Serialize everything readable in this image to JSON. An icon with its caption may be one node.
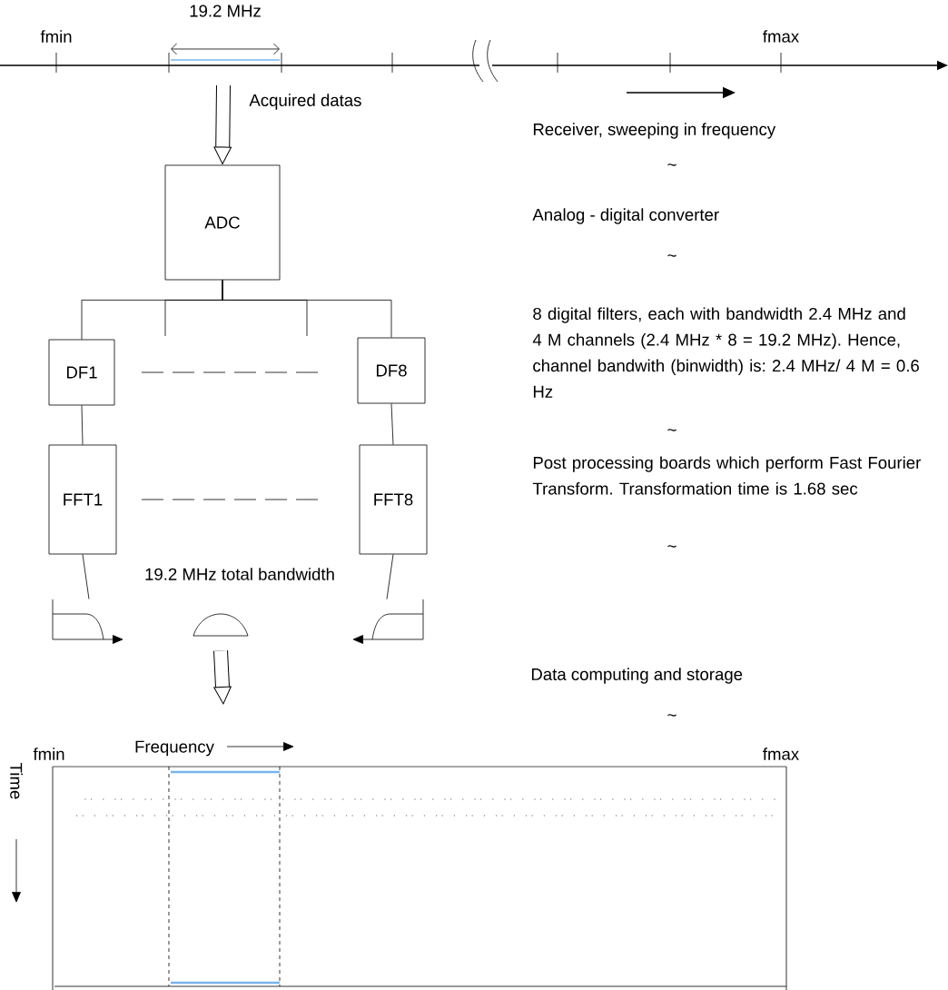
{
  "diagram": {
    "nodes": [
      {
        "text": [
          "ADC"
        ]
      },
      {
        "text": [
          "DF1"
        ]
      },
      {
        "text": [
          "DF8"
        ]
      },
      {
        "text": [
          "FFT1"
        ]
      },
      {
        "text": [
          "FFT8"
        ]
      },
      {
        "text": [],
        "shape": "picture"
      },
      {
        "text": [],
        "shape": "picture"
      },
      {
        "text": [],
        "shape": "picture"
      }
    ],
    "edges": [
      {
        "from": null,
        "to": 0,
        "arrow": "to",
        "label": "Acquired datas",
        "style": "thick"
      },
      {
        "from": 0,
        "to": 1,
        "arrow": "none"
      },
      {
        "from": 0,
        "to": null,
        "arrow": "none"
      },
      {
        "from": 0,
        "to": null,
        "arrow": "none"
      },
      {
        "from": 0,
        "to": 2,
        "arrow": "none"
      },
      {
        "from": 1,
        "to": 3,
        "arrow": "none"
      },
      {
        "from": 2,
        "to": 4,
        "arrow": "none"
      },
      {
        "from": 3,
        "to": 5,
        "arrow": "none"
      },
      {
        "from": 4,
        "to": 7,
        "arrow": "none"
      },
      {
        "from": 6,
        "to": null,
        "arrow": "to",
        "style": "thick"
      }
    ],
    "labels": [
      "19.2 MHz",
      "fmin",
      "fmax",
      "Receiver, sweeping in frequency",
      "~",
      "Analog - digital converter",
      "~",
      "8 digital filters, each with bandwidth 2.4 MHz and 4 M channels (2.4 MHz * 8 = 19.2 MHz). Hence, channel bandwith (binwidth) is: 2.4 MHz/ 4 M = 0.6 Hz",
      "~",
      "Post processing boards which perform Fast Fourier Transform. Transformation time is 1.68 sec",
      "~",
      "19.2 MHz total bandwidth",
      "Data computing and storage",
      "~",
      "fmin",
      "Frequency",
      "fmax",
      "Time"
    ]
  }
}
